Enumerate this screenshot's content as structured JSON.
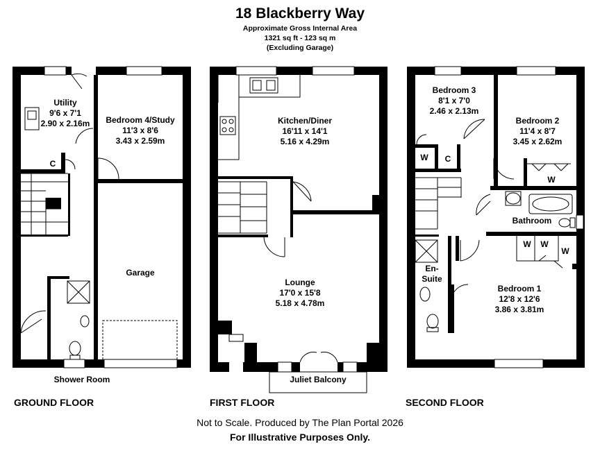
{
  "header": {
    "title": "18 Blackberry Way",
    "area_label": "Approximate Gross Internal Area",
    "area_value": "1321 sq ft - 123 sq m",
    "area_note": "(Excluding Garage)"
  },
  "floors": {
    "ground": "GROUND FLOOR",
    "first": "FIRST FLOOR",
    "second": "SECOND FLOOR"
  },
  "rooms": {
    "utility": {
      "name": "Utility",
      "imperial": "9'6 x 7'1",
      "metric": "2.90 x 2.16m"
    },
    "bedroom4": {
      "name": "Bedroom 4/Study",
      "imperial": "11'3 x 8'6",
      "metric": "3.43 x 2.59m"
    },
    "garage": {
      "name": "Garage"
    },
    "shower": {
      "name": "Shower Room"
    },
    "cupboard_g": "C",
    "kitchen": {
      "name": "Kitchen/Diner",
      "imperial": "16'11 x 14'1",
      "metric": "5.16 x 4.29m"
    },
    "lounge": {
      "name": "Lounge",
      "imperial": "17'0 x 15'8",
      "metric": "5.18 x 4.78m"
    },
    "balcony": {
      "name": "Juliet Balcony"
    },
    "bedroom3": {
      "name": "Bedroom 3",
      "imperial": "8'1 x 7'0",
      "metric": "2.46 x 2.13m"
    },
    "bedroom2": {
      "name": "Bedroom 2",
      "imperial": "11'4 x 8'7",
      "metric": "3.45 x 2.62m"
    },
    "bathroom": {
      "name": "Bathroom"
    },
    "ensuite": {
      "line1": "En-",
      "line2": "Suite"
    },
    "bedroom1": {
      "name": "Bedroom 1",
      "imperial": "12'8 x 12'6",
      "metric": "3.86 x 3.81m"
    },
    "wardrobe": "W",
    "cupboard_s": "C"
  },
  "footer": {
    "line1": "Not to Scale. Produced by The Plan Portal 2026",
    "line2": "For Illustrative Purposes Only."
  }
}
